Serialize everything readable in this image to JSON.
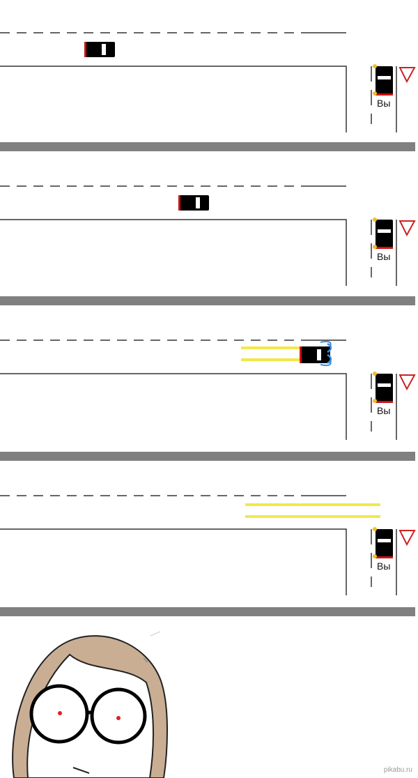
{
  "comic": {
    "you_label": "Вы",
    "watermark": "pikabu.ru",
    "colors": {
      "separator": "#808080",
      "road_line": "#333333",
      "car_body": "#000000",
      "brake_light": "#cc1111",
      "skid_mark": "#f2e84a",
      "tire_smoke": "#3a8fe0",
      "indicator": "#f0c020",
      "yield_sign": "#cc2222",
      "hair": "#c9ae94",
      "eye_pupil": "#e02020"
    },
    "panels": [
      {
        "scene": "car approaching"
      },
      {
        "scene": "car closer"
      },
      {
        "scene": "car braking hard"
      },
      {
        "scene": "car gone, skid marks"
      }
    ]
  }
}
